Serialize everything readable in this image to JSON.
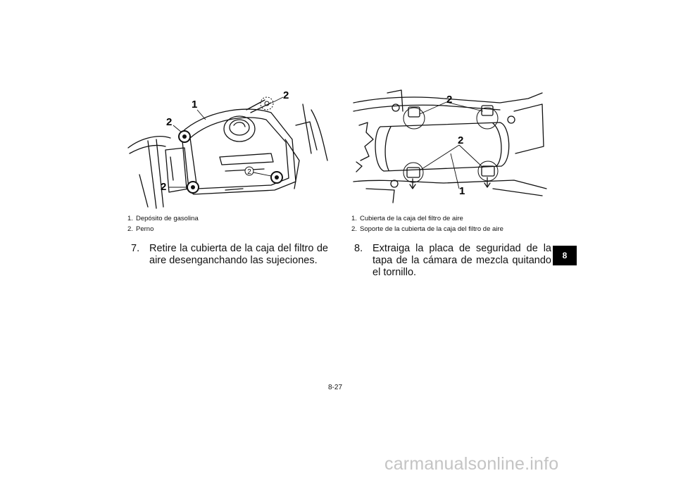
{
  "figures": {
    "left": {
      "callouts": [
        "1",
        "2",
        "2",
        "2",
        "2"
      ],
      "legend": [
        {
          "num": "1.",
          "text": "Depósito de gasolina"
        },
        {
          "num": "2.",
          "text": "Perno"
        }
      ]
    },
    "right": {
      "callouts": [
        "2",
        "2",
        "1"
      ],
      "legend": [
        {
          "num": "1.",
          "text": "Cubierta de la caja del filtro de aire"
        },
        {
          "num": "2.",
          "text": "Soporte de la cubierta de la caja del filtro de aire"
        }
      ]
    }
  },
  "steps": [
    {
      "num": "7.",
      "text": "Retire la cubierta de la caja del filtro de aire desenganchando las sujeciones."
    },
    {
      "num": "8.",
      "text": "Extraiga la placa de seguridad de la tapa de la cámara de mezcla quitando el tornillo."
    }
  ],
  "section_tab": "8",
  "page_number": "8-27",
  "watermark": "carmanualsonline.info"
}
